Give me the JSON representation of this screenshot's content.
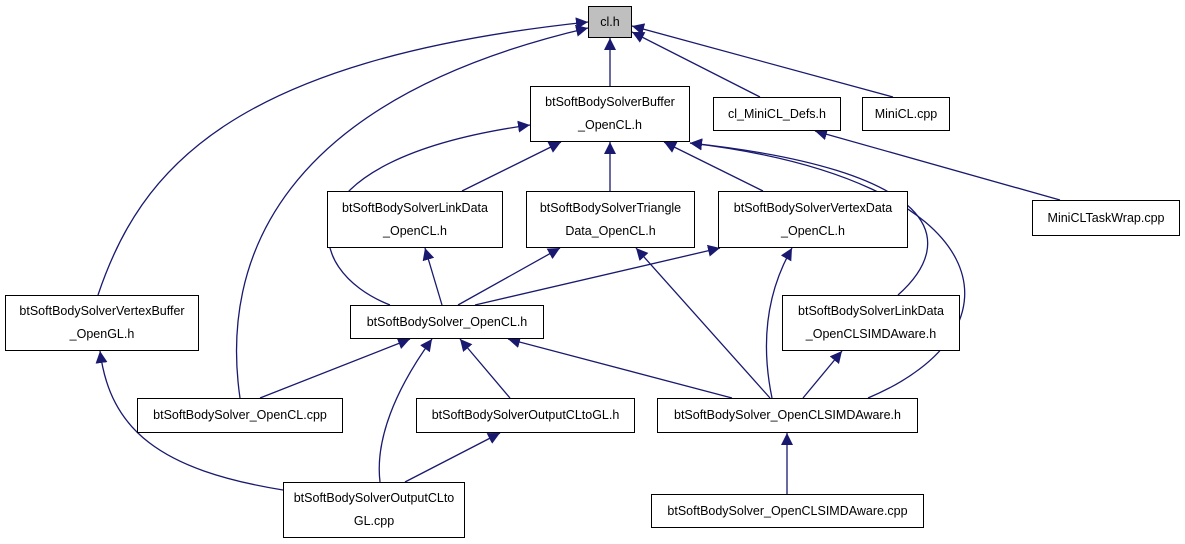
{
  "colors": {
    "edge": "#191970",
    "border": "#000000",
    "root_fill": "#bfbfbf",
    "node_fill": "#ffffff"
  },
  "nodes": {
    "cl_h": {
      "lines": [
        "cl.h"
      ]
    },
    "buffer_opencl": {
      "lines": [
        "btSoftBodySolverBuffer",
        "_OpenCL.h"
      ]
    },
    "minicl_defs": {
      "lines": [
        "cl_MiniCL_Defs.h"
      ]
    },
    "minicl_cpp": {
      "lines": [
        "MiniCL.cpp"
      ]
    },
    "minicl_taskwrap": {
      "lines": [
        "MiniCLTaskWrap.cpp"
      ]
    },
    "linkdata_opencl": {
      "lines": [
        "btSoftBodySolverLinkData",
        "_OpenCL.h"
      ]
    },
    "triangle_opencl": {
      "lines": [
        "btSoftBodySolverTriangle",
        "Data_OpenCL.h"
      ]
    },
    "vertexdata_opencl": {
      "lines": [
        "btSoftBodySolverVertexData",
        "_OpenCL.h"
      ]
    },
    "vertexbuffer_opengl": {
      "lines": [
        "btSoftBodySolverVertexBuffer",
        "_OpenGL.h"
      ]
    },
    "solver_opencl_h": {
      "lines": [
        "btSoftBodySolver_OpenCL.h"
      ]
    },
    "linkdata_simd": {
      "lines": [
        "btSoftBodySolverLinkData",
        "_OpenCLSIMDAware.h"
      ]
    },
    "solver_opencl_cpp": {
      "lines": [
        "btSoftBodySolver_OpenCL.cpp"
      ]
    },
    "outputcltogl_h": {
      "lines": [
        "btSoftBodySolverOutputCLtoGL.h"
      ]
    },
    "solver_simd_h": {
      "lines": [
        "btSoftBodySolver_OpenCLSIMDAware.h"
      ]
    },
    "outputcltogl_cpp": {
      "lines": [
        "btSoftBodySolverOutputCLto",
        "GL.cpp"
      ]
    },
    "solver_simd_cpp": {
      "lines": [
        "btSoftBodySolver_OpenCLSIMDAware.cpp"
      ]
    }
  },
  "edges": [
    {
      "from": "buffer_opencl",
      "to": "cl_h"
    },
    {
      "from": "minicl_defs",
      "to": "cl_h"
    },
    {
      "from": "minicl_cpp",
      "to": "cl_h"
    },
    {
      "from": "vertexbuffer_opengl",
      "to": "cl_h"
    },
    {
      "from": "solver_opencl_cpp",
      "to": "cl_h"
    },
    {
      "from": "minicl_taskwrap",
      "to": "minicl_defs"
    },
    {
      "from": "linkdata_opencl",
      "to": "buffer_opencl"
    },
    {
      "from": "triangle_opencl",
      "to": "buffer_opencl"
    },
    {
      "from": "vertexdata_opencl",
      "to": "buffer_opencl"
    },
    {
      "from": "solver_opencl_h",
      "to": "buffer_opencl"
    },
    {
      "from": "linkdata_simd",
      "to": "buffer_opencl"
    },
    {
      "from": "solver_simd_h",
      "to": "buffer_opencl"
    },
    {
      "from": "solver_opencl_h",
      "to": "linkdata_opencl"
    },
    {
      "from": "solver_opencl_h",
      "to": "triangle_opencl"
    },
    {
      "from": "solver_opencl_h",
      "to": "vertexdata_opencl"
    },
    {
      "from": "solver_simd_h",
      "to": "triangle_opencl"
    },
    {
      "from": "solver_simd_h",
      "to": "vertexdata_opencl"
    },
    {
      "from": "solver_opencl_cpp",
      "to": "solver_opencl_h"
    },
    {
      "from": "outputcltogl_h",
      "to": "solver_opencl_h"
    },
    {
      "from": "solver_simd_h",
      "to": "solver_opencl_h"
    },
    {
      "from": "outputcltogl_cpp",
      "to": "solver_opencl_h"
    },
    {
      "from": "solver_simd_h",
      "to": "linkdata_simd"
    },
    {
      "from": "outputcltogl_cpp",
      "to": "outputcltogl_h"
    },
    {
      "from": "outputcltogl_cpp",
      "to": "vertexbuffer_opengl"
    },
    {
      "from": "solver_simd_cpp",
      "to": "solver_simd_h"
    }
  ]
}
